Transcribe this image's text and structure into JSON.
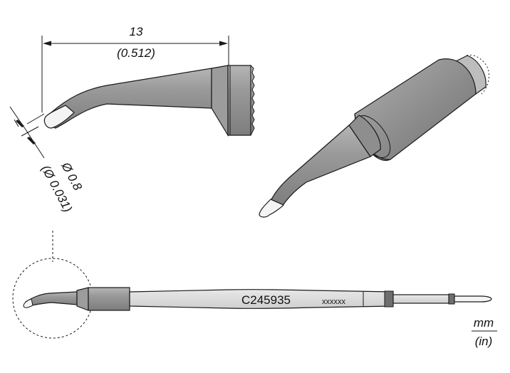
{
  "drawing": {
    "length_mm": "13",
    "length_in": "(0.512)",
    "tip_dia_mm": "Ø 0.8",
    "tip_dia_in": "(Ø 0.031)",
    "part_number": "C245935",
    "lot_mark": "xxxxxx",
    "units_top": "mm",
    "units_bottom": "(in)"
  },
  "colors": {
    "line": "#1a1a1a",
    "dark_gray": "#8c8c8c",
    "mid_gray": "#a6a6a6",
    "light_gray": "#cfcfcf",
    "tip_white": "#f4f4f4"
  }
}
